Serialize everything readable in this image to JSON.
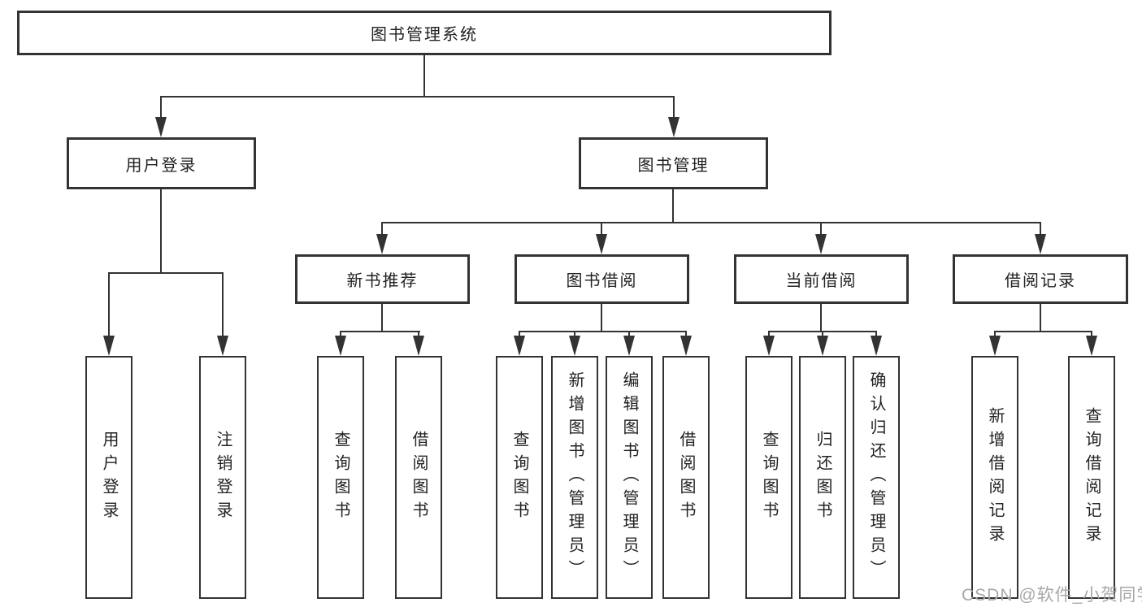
{
  "diagram": {
    "root": {
      "label": "图书管理系统"
    },
    "level2": [
      {
        "label": "用户登录"
      },
      {
        "label": "图书管理"
      }
    ],
    "level3": [
      {
        "label": "新书推荐"
      },
      {
        "label": "图书借阅"
      },
      {
        "label": "当前借阅"
      },
      {
        "label": "借阅记录"
      }
    ],
    "leaves": {
      "user_login": [
        {
          "label": "用户登录"
        },
        {
          "label": "注销登录"
        }
      ],
      "new_books": [
        {
          "label": "查询图书"
        },
        {
          "label": "借阅图书"
        }
      ],
      "borrowing": [
        {
          "label": "查询图书"
        },
        {
          "label": "新增图书（管理员）"
        },
        {
          "label": "编辑图书（管理员）"
        },
        {
          "label": "借阅图书"
        }
      ],
      "current": [
        {
          "label": "查询图书"
        },
        {
          "label": "归还图书"
        },
        {
          "label": "确认归还（管理员）"
        }
      ],
      "records": [
        {
          "label": "新增借阅记录"
        },
        {
          "label": "查询借阅记录"
        }
      ]
    }
  },
  "watermark": {
    "text": "CSDN @软件_小贺同学"
  },
  "colors": {
    "line": "#333333",
    "border": "#333333",
    "background": "#ffffff",
    "text": "#222222",
    "watermark": "#a8a8a8"
  }
}
